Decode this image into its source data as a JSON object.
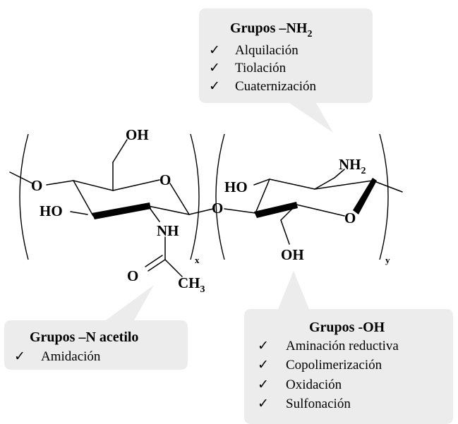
{
  "callouts": {
    "nh2": {
      "title_main": "Grupos –NH",
      "title_sub": "2",
      "items": [
        "Alquilación",
        "Tiolación",
        "Cuaternización"
      ]
    },
    "n_acetilo": {
      "title": "Grupos –N acetilo",
      "items": [
        "Amidación"
      ]
    },
    "oh": {
      "title": "Grupos -OH",
      "items": [
        "Aminación reductiva",
        "Copolimerización",
        "Oxidación",
        "Sulfonación"
      ]
    }
  },
  "checkmark": "✓",
  "atoms": {
    "oh": "OH",
    "o": "O",
    "ho": "HO",
    "nh": "NH",
    "n_h": "NH",
    "sub2": "2",
    "c_h": "CH",
    "sub3": "3",
    "x": "x",
    "y": "y"
  },
  "colors": {
    "callout_fill": "#ececec",
    "ink": "#000000"
  }
}
